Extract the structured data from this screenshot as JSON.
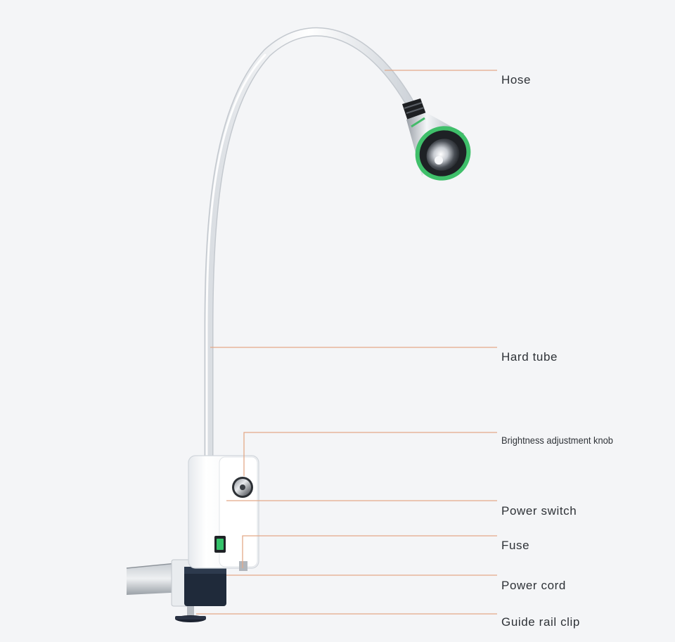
{
  "colors": {
    "background": "#f4f5f7",
    "leader_line": "#e3a988",
    "label_text": "#2e3237",
    "accent_green": "#3fbf6a",
    "housing": "#ffffff"
  },
  "callouts": [
    {
      "id": "hose",
      "label": "Hose"
    },
    {
      "id": "hard-tube",
      "label": "Hard tube"
    },
    {
      "id": "brightness-knob",
      "label": "Brightness adjustment knob"
    },
    {
      "id": "power-switch",
      "label": "Power switch"
    },
    {
      "id": "fuse",
      "label": "Fuse"
    },
    {
      "id": "power-cord",
      "label": "Power cord"
    },
    {
      "id": "guide-rail-clip",
      "label": "Guide rail clip"
    }
  ]
}
